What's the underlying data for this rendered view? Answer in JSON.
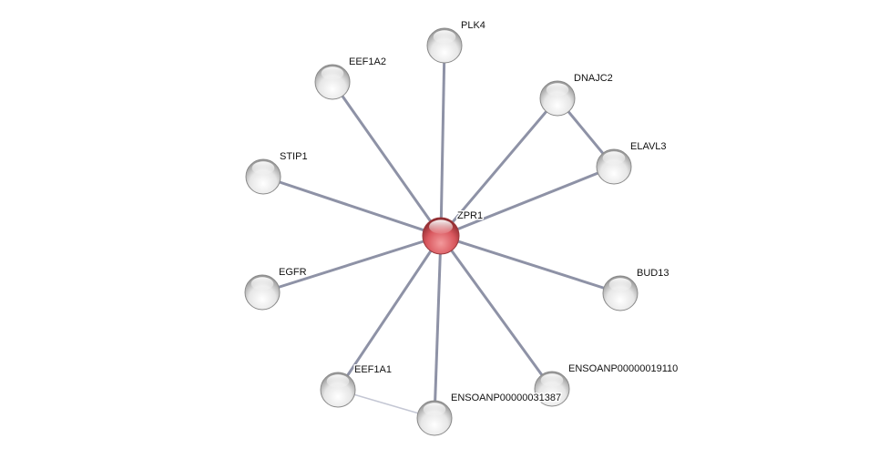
{
  "network": {
    "center": "ZPR1",
    "nodes": [
      {
        "id": "ZPR1",
        "label": "ZPR1",
        "query": true
      },
      {
        "id": "PLK4",
        "label": "PLK4"
      },
      {
        "id": "EEF1A2",
        "label": "EEF1A2"
      },
      {
        "id": "DNAJC2",
        "label": "DNAJC2"
      },
      {
        "id": "ELAVL3",
        "label": "ELAVL3"
      },
      {
        "id": "STIP1",
        "label": "STIP1"
      },
      {
        "id": "EGFR",
        "label": "EGFR"
      },
      {
        "id": "BUD13",
        "label": "BUD13"
      },
      {
        "id": "EEF1A1",
        "label": "EEF1A1"
      },
      {
        "id": "ENSOANP00000031387",
        "label": "ENSOANP00000031387"
      },
      {
        "id": "ENSOANP00000019110",
        "label": "ENSOANP00000019110"
      }
    ],
    "edges": [
      {
        "source": "ZPR1",
        "target": "PLK4",
        "strength": "medium"
      },
      {
        "source": "ZPR1",
        "target": "EEF1A2",
        "strength": "medium"
      },
      {
        "source": "ZPR1",
        "target": "DNAJC2",
        "strength": "medium"
      },
      {
        "source": "ZPR1",
        "target": "ELAVL3",
        "strength": "medium"
      },
      {
        "source": "ZPR1",
        "target": "STIP1",
        "strength": "medium"
      },
      {
        "source": "ZPR1",
        "target": "EGFR",
        "strength": "medium"
      },
      {
        "source": "ZPR1",
        "target": "BUD13",
        "strength": "medium"
      },
      {
        "source": "ZPR1",
        "target": "EEF1A1",
        "strength": "medium"
      },
      {
        "source": "ZPR1",
        "target": "ENSOANP00000031387",
        "strength": "medium"
      },
      {
        "source": "ZPR1",
        "target": "ENSOANP00000019110",
        "strength": "medium"
      },
      {
        "source": "DNAJC2",
        "target": "ELAVL3",
        "strength": "medium"
      },
      {
        "source": "EEF1A1",
        "target": "ENSOANP00000031387",
        "strength": "weak"
      }
    ],
    "colors": {
      "query_node": "#d9575e",
      "node": "#e0e0e0",
      "edge": "#8e92a6",
      "weak_edge": "#c4c7d4"
    }
  }
}
